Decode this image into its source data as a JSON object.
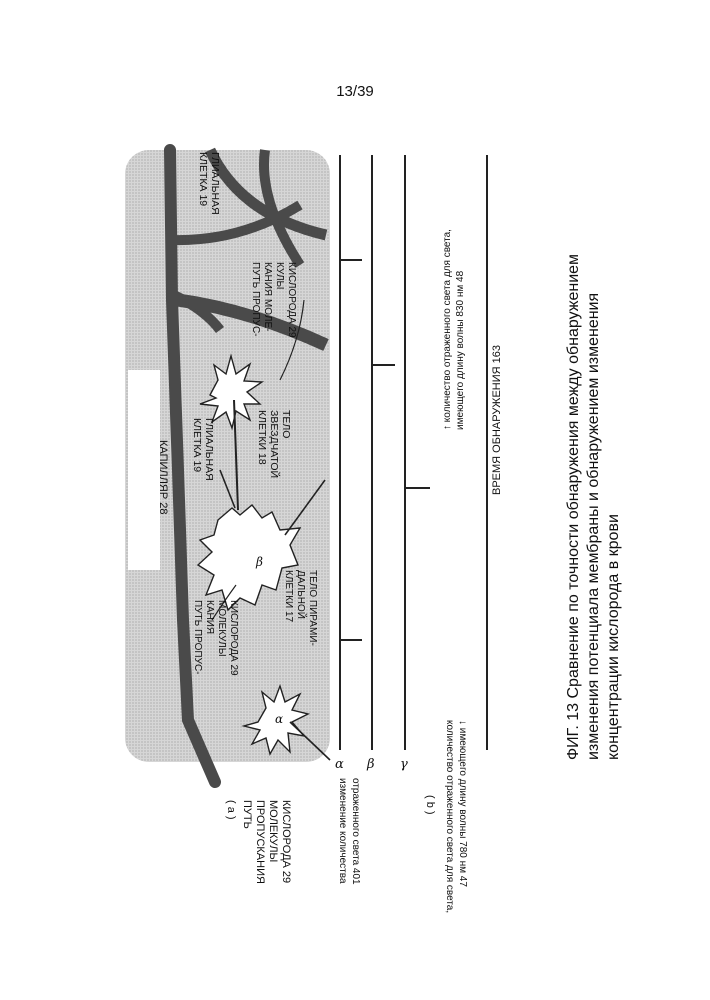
{
  "page_number": "13/39",
  "figure": {
    "panel_a_label": "( a )",
    "panel_b_label": "( b )",
    "capillary_label": "КАПИЛЛЯР 28",
    "glial_cell_top": [
      "ГЛИАЛЬНАЯ",
      "КЛЕТКА 19"
    ],
    "glial_cell_mid": [
      "ГЛИАЛЬНАЯ",
      "КЛЕТКА 19"
    ],
    "oxygen_path_right": [
      "ПУТЬ ПРОПУС-",
      "КАНИЯ МОЛЕ-",
      "КУЛЫ",
      "КИСЛОРОДА 29"
    ],
    "stellate_cell": [
      "ТЕЛО",
      "ЗВЕЗДЧАТОЙ",
      "КЛЕТКИ 18"
    ],
    "oxygen_path_mid": [
      "ПУТЬ ПРОПУС-",
      "КАНИЯ",
      "МОЛЕКУЛЫ",
      "КИСЛОРОДА 29"
    ],
    "pyramidal_cell": [
      "ТЕЛО ПИРАМИ-",
      "ДАЛЬНОЙ",
      "КЛЕТКИ 17"
    ],
    "oxygen_path_left": [
      "ПУТЬ",
      "ПРОПУСКАНИЯ",
      "МОЛЕКУЛЫ",
      "КИСЛОРОДА 29"
    ],
    "alpha": "α",
    "beta": "β",
    "gamma": "γ",
    "ylabel": [
      "изменение количества",
      "отраженного света 401"
    ],
    "legend_780": [
      "количество отраженного света для света,",
      "↓ имеющего длину волны 780 нм 47"
    ],
    "legend_830": [
      "↑ количество отраженного света для света,",
      "имеющего длину волны 830 нм 48"
    ],
    "xlabel": "ВРЕМЯ ОБНАРУЖЕНИЯ 163"
  },
  "caption": [
    "ФИГ. 13   Сравнение по точности обнаружения между обнаружением",
    "изменения потенциала мембраны и обнаружением изменения",
    "концентрации кислорода в крови"
  ]
}
